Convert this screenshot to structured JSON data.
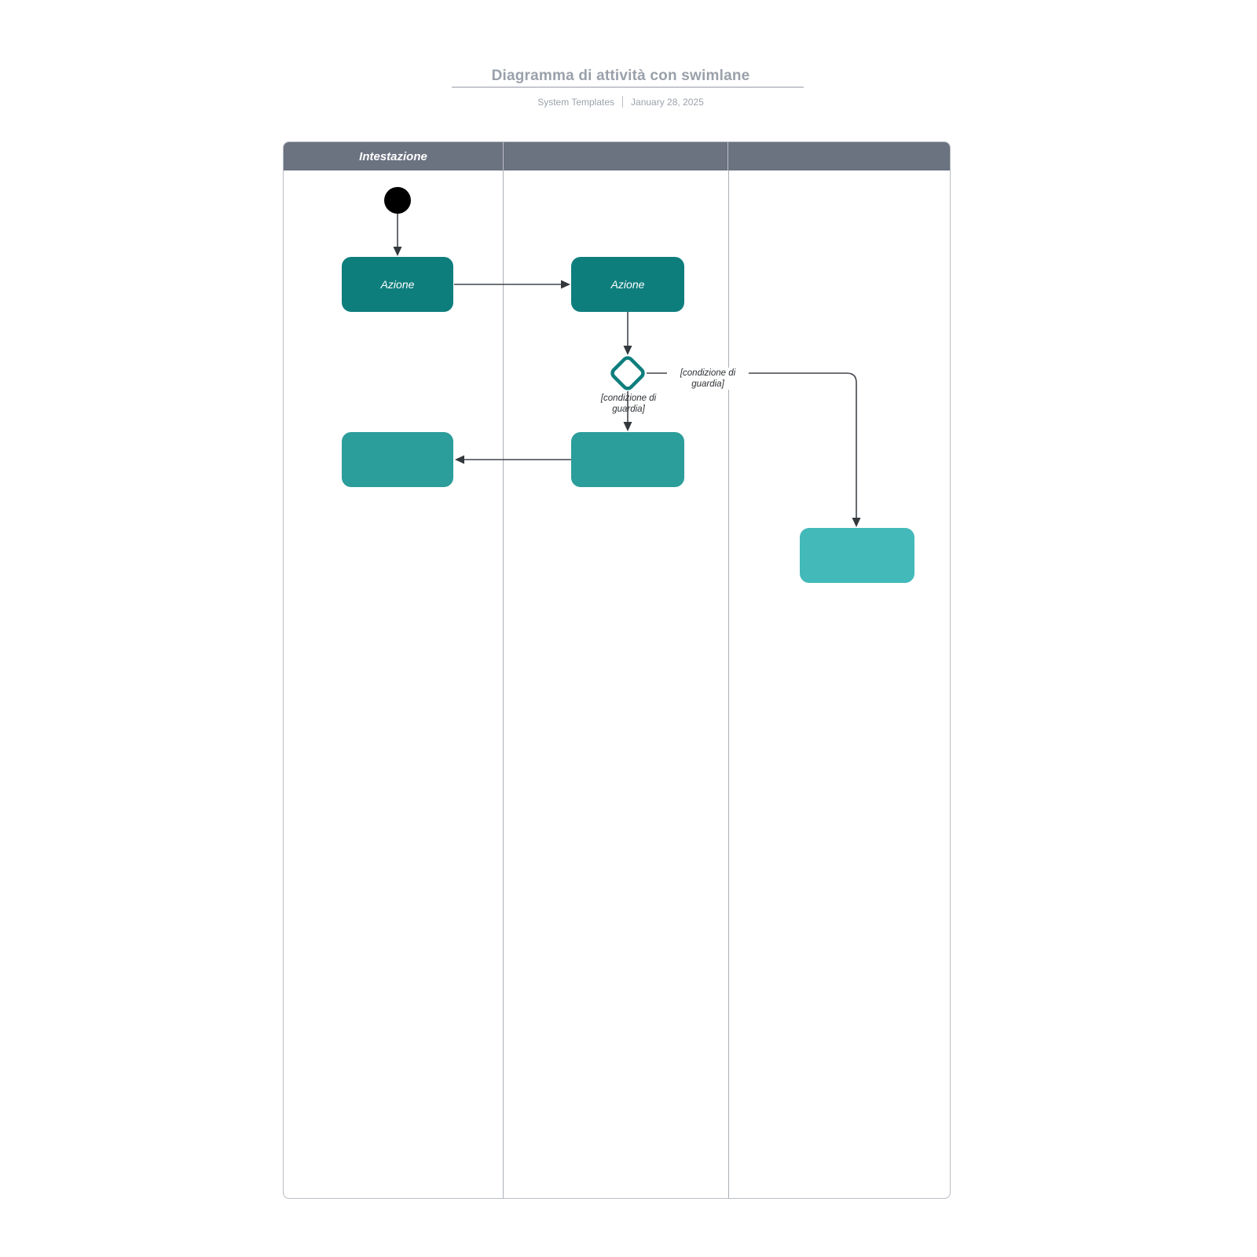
{
  "page": {
    "title": "Diagramma di attività con swimlane",
    "meta": {
      "author": "System Templates",
      "date": "January 28, 2025"
    }
  },
  "swimlanes": {
    "lanes": [
      {
        "label": "Intestazione"
      },
      {
        "label": ""
      },
      {
        "label": ""
      }
    ]
  },
  "nodes": {
    "start": {
      "type": "initial-node"
    },
    "action1": {
      "label": "Azione"
    },
    "action2": {
      "label": "Azione"
    },
    "decision": {
      "type": "decision-diamond"
    },
    "action3": {
      "label": ""
    },
    "action4": {
      "label": ""
    },
    "action5": {
      "label": ""
    }
  },
  "edges": {
    "guard_down_label": "[condizione di guardia]",
    "guard_right_label": "[condizione di guardia]"
  },
  "colors": {
    "title_gray": "#9aa1aa",
    "header_gray": "#6b7280",
    "action_dark": "#0e7e7d",
    "action_mid": "#2b9d9a",
    "action_light": "#43b9ba",
    "decision_stroke": "#0e7e7d",
    "connector": "#41464b"
  }
}
